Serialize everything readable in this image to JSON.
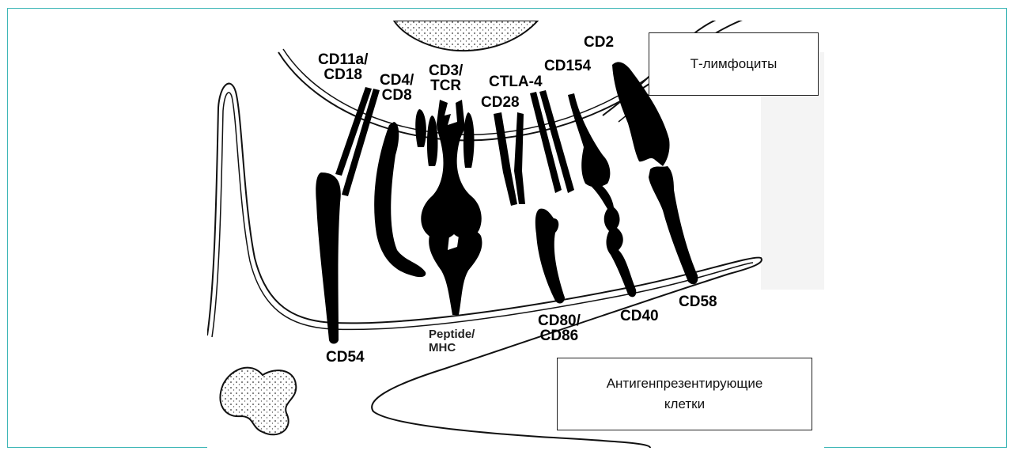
{
  "labels": {
    "cd11a": "CD11a/\nCD18",
    "cd4": "CD4/\nCD8",
    "cd3": "CD3/\nTCR",
    "ctla4": "CTLA-4",
    "cd28": "CD28",
    "cd154": "CD154",
    "cd2": "CD2",
    "cd54": "CD54",
    "peptide": "Peptide/\nMHC",
    "cd80": "CD80/\nCD86",
    "cd40": "CD40",
    "cd58": "CD58"
  },
  "boxes": {
    "t_cells": "Т-лимфоциты",
    "apc_line1": "Антигенпрезентирующие",
    "apc_line2": "клетки"
  }
}
